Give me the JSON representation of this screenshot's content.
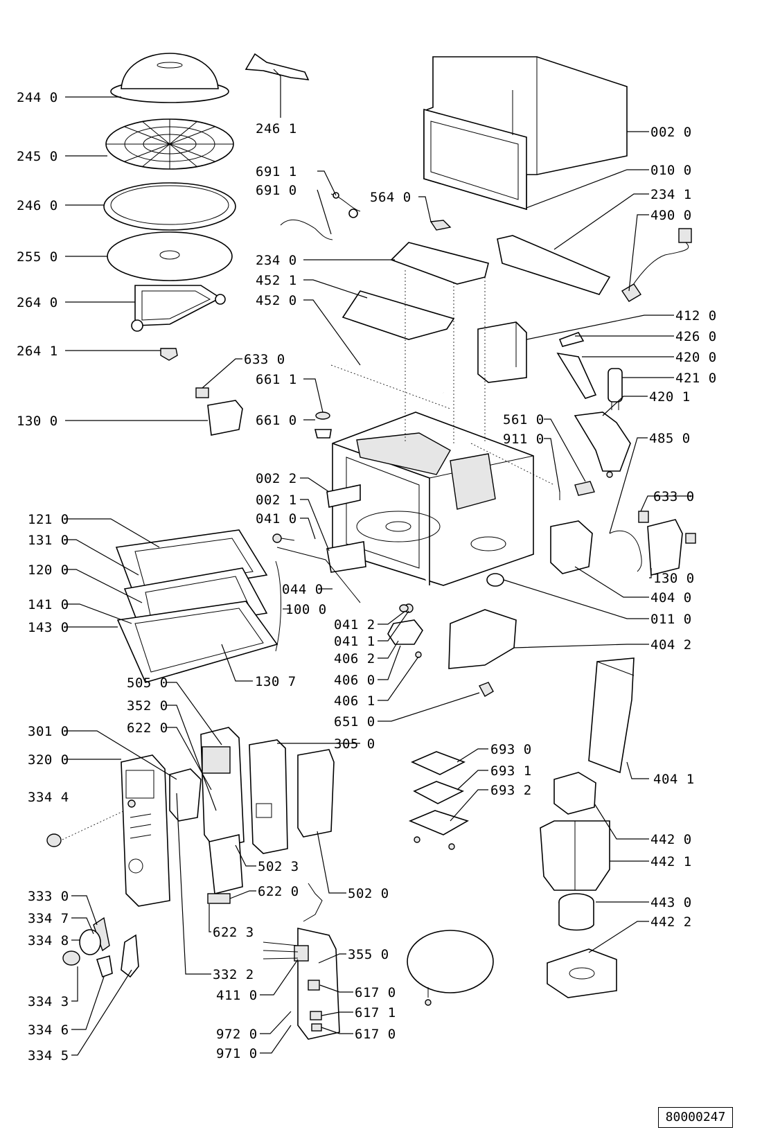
{
  "drawing_number": "80000247",
  "callouts": [
    {
      "id": "c2440",
      "label": "244 0"
    },
    {
      "id": "c2461",
      "label": "246 1"
    },
    {
      "id": "c0020",
      "label": "002 0"
    },
    {
      "id": "c2450",
      "label": "245 0"
    },
    {
      "id": "c6911",
      "label": "691 1"
    },
    {
      "id": "c0100",
      "label": "010 0"
    },
    {
      "id": "c6910",
      "label": "691 0"
    },
    {
      "id": "c5640",
      "label": "564 0"
    },
    {
      "id": "c2341",
      "label": "234 1"
    },
    {
      "id": "c2460",
      "label": "246 0"
    },
    {
      "id": "c4900",
      "label": "490 0"
    },
    {
      "id": "c2550",
      "label": "255 0"
    },
    {
      "id": "c2340",
      "label": "234 0"
    },
    {
      "id": "c4521",
      "label": "452 1"
    },
    {
      "id": "c4520",
      "label": "452 0"
    },
    {
      "id": "c2640",
      "label": "264 0"
    },
    {
      "id": "c4120",
      "label": "412 0"
    },
    {
      "id": "c4260",
      "label": "426 0"
    },
    {
      "id": "c2641",
      "label": "264 1"
    },
    {
      "id": "c4200",
      "label": "420 0"
    },
    {
      "id": "c6330a",
      "label": "633 0"
    },
    {
      "id": "c4210",
      "label": "421 0"
    },
    {
      "id": "c6611",
      "label": "661 1"
    },
    {
      "id": "c4201",
      "label": "420 1"
    },
    {
      "id": "c1300a",
      "label": "130 0"
    },
    {
      "id": "c6610",
      "label": "661 0"
    },
    {
      "id": "c5610",
      "label": "561 0"
    },
    {
      "id": "c9110",
      "label": "911 0"
    },
    {
      "id": "c4850",
      "label": "485 0"
    },
    {
      "id": "c0022",
      "label": "002 2"
    },
    {
      "id": "c0021",
      "label": "002 1"
    },
    {
      "id": "c6330b",
      "label": "633 0"
    },
    {
      "id": "c0410",
      "label": "041 0"
    },
    {
      "id": "c1210",
      "label": "121 0"
    },
    {
      "id": "c1310",
      "label": "131 0"
    },
    {
      "id": "c1300b",
      "label": "130 0"
    },
    {
      "id": "c1200",
      "label": "120 0"
    },
    {
      "id": "c0440",
      "label": "044 0"
    },
    {
      "id": "c4040",
      "label": "404 0"
    },
    {
      "id": "c1410",
      "label": "141 0"
    },
    {
      "id": "c1000",
      "label": "100 0"
    },
    {
      "id": "c0412",
      "label": "041 2"
    },
    {
      "id": "c0110",
      "label": "011 0"
    },
    {
      "id": "c1430",
      "label": "143 0"
    },
    {
      "id": "c0411",
      "label": "041 1"
    },
    {
      "id": "c4062",
      "label": "406 2"
    },
    {
      "id": "c4042",
      "label": "404 2"
    },
    {
      "id": "c5050",
      "label": "505 0"
    },
    {
      "id": "c1307",
      "label": "130 7"
    },
    {
      "id": "c4060",
      "label": "406 0"
    },
    {
      "id": "c3520",
      "label": "352 0"
    },
    {
      "id": "c4061",
      "label": "406 1"
    },
    {
      "id": "c6510",
      "label": "651 0"
    },
    {
      "id": "c6220a",
      "label": "622 0"
    },
    {
      "id": "c3010",
      "label": "301 0"
    },
    {
      "id": "c3050",
      "label": "305 0"
    },
    {
      "id": "c6930",
      "label": "693 0"
    },
    {
      "id": "c3200",
      "label": "320 0"
    },
    {
      "id": "c6931",
      "label": "693 1"
    },
    {
      "id": "c4041",
      "label": "404 1"
    },
    {
      "id": "c6932",
      "label": "693 2"
    },
    {
      "id": "c3344",
      "label": "334 4"
    },
    {
      "id": "c4420",
      "label": "442 0"
    },
    {
      "id": "c4421",
      "label": "442 1"
    },
    {
      "id": "c5023",
      "label": "502 3"
    },
    {
      "id": "c6220b",
      "label": "622 0"
    },
    {
      "id": "c5020",
      "label": "502 0"
    },
    {
      "id": "c3330",
      "label": "333 0"
    },
    {
      "id": "c4430",
      "label": "443 0"
    },
    {
      "id": "c6223",
      "label": "622 3"
    },
    {
      "id": "c3347",
      "label": "334 7"
    },
    {
      "id": "c4422",
      "label": "442 2"
    },
    {
      "id": "c3348",
      "label": "334 8"
    },
    {
      "id": "c3550",
      "label": "355 0"
    },
    {
      "id": "c3322",
      "label": "332 2"
    },
    {
      "id": "c4110",
      "label": "411 0"
    },
    {
      "id": "c6170a",
      "label": "617 0"
    },
    {
      "id": "c3343",
      "label": "334 3"
    },
    {
      "id": "c6171",
      "label": "617 1"
    },
    {
      "id": "c3346",
      "label": "334 6"
    },
    {
      "id": "c9720",
      "label": "972 0"
    },
    {
      "id": "c6170b",
      "label": "617 0"
    },
    {
      "id": "c3345",
      "label": "334 5"
    },
    {
      "id": "c9710",
      "label": "971 0"
    }
  ]
}
